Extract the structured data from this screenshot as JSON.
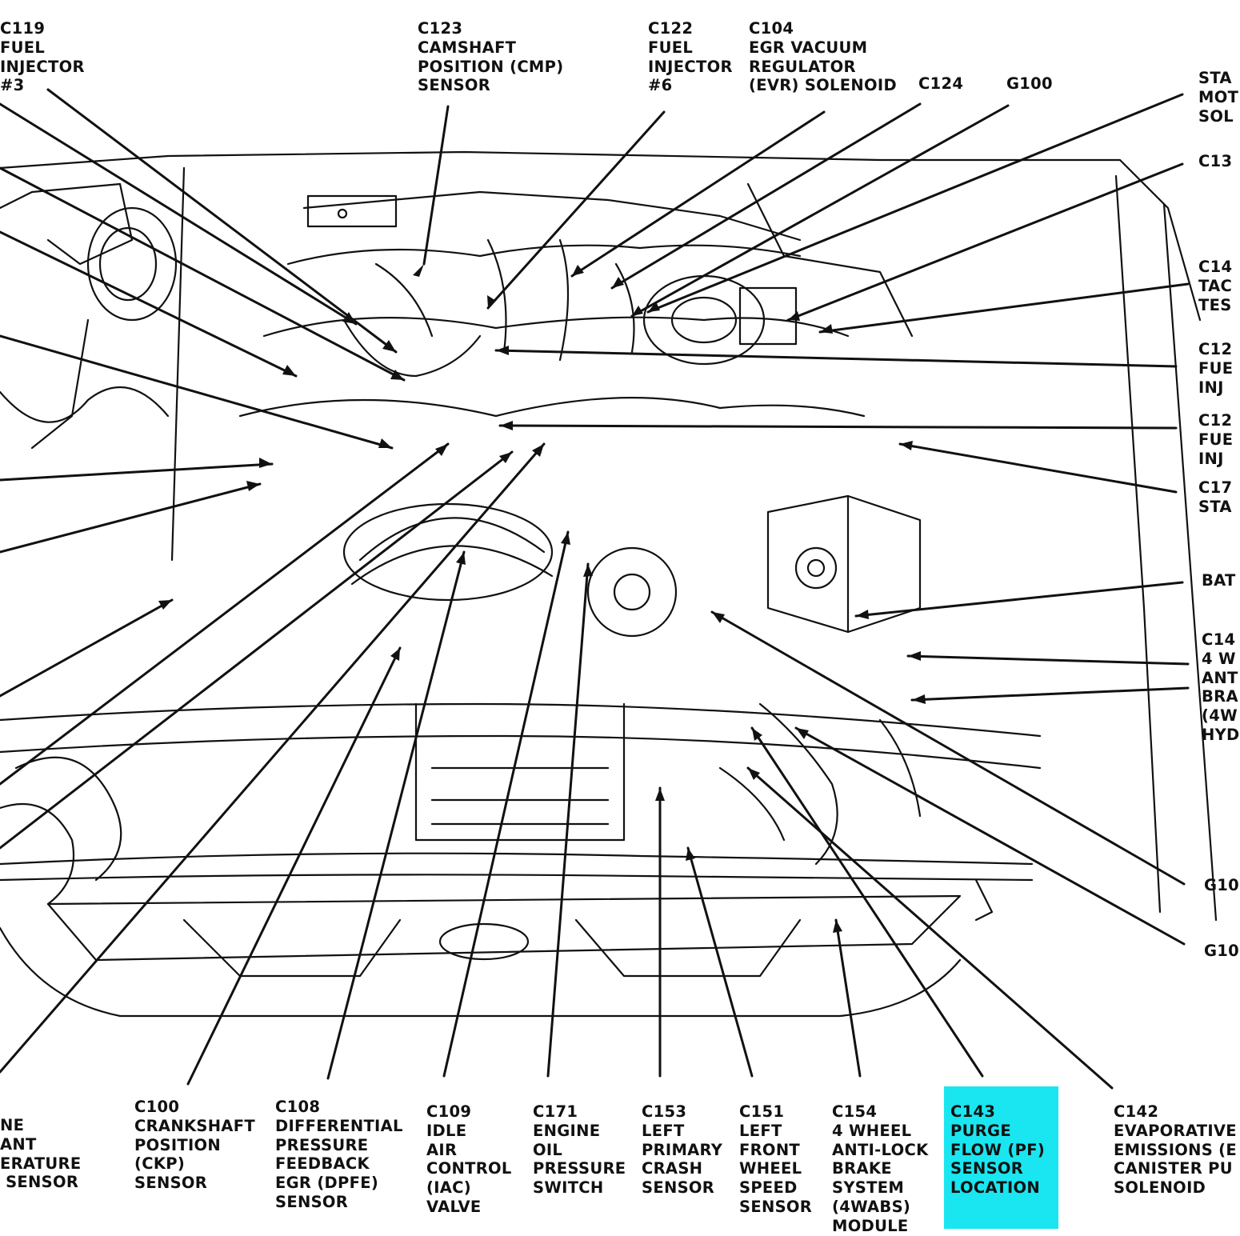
{
  "colors": {
    "ink": "#111111",
    "highlight": "#19e6f0",
    "paper": "#ffffff"
  },
  "labels": {
    "c119": "C119\nFUEL\nINJECTOR\n#3",
    "c123": "C123\nCAMSHAFT\nPOSITION (CMP)\nSENSOR",
    "c122": "C122\nFUEL\nINJECTOR\n#6",
    "c104": "C104\nEGR VACUUM\nREGULATOR\n(EVR) SOLENOID",
    "c124": "C124",
    "g100": "G100",
    "r_sta": "STA\nMOT\nSOL",
    "r_c13": "C13",
    "r_c14a": "C14\nTAC\nTES",
    "r_c12a": "C12\nFUE\nINJ",
    "r_c12b": "C12\nFUE\nINJ",
    "r_c17": "C17\nSTA",
    "r_bat": "BAT",
    "r_c14b": "C14\n4 W\nANT\nBRA\n(4W\nHYD",
    "r_g10a": "G10",
    "r_g10b": "G10",
    "b_ne": "NE\nANT\nERATURE\n SENSOR",
    "c100": "C100\nCRANKSHAFT\nPOSITION\n(CKP)\nSENSOR",
    "c108": "C108\nDIFFERENTIAL\nPRESSURE\nFEEDBACK\nEGR (DPFE)\nSENSOR",
    "c109": "C109\nIDLE\nAIR\nCONTROL\n(IAC)\nVALVE",
    "c171": "C171\nENGINE\nOIL\nPRESSURE\nSWITCH",
    "c153": "C153\nLEFT\nPRIMARY\nCRASH\nSENSOR",
    "c151": "C151\nLEFT\nFRONT\nWHEEL\nSPEED\nSENSOR",
    "c154": "C154\n4 WHEEL\nANTI-LOCK\nBRAKE\nSYSTEM\n(4WABS)\nMODULE",
    "c143": "C143\nPURGE\nFLOW (PF)\nSENSOR\nLOCATION",
    "c142": "C142\nEVAPORATIVE\nEMISSIONS (E\nCANISTER PU\nSOLENOID"
  }
}
